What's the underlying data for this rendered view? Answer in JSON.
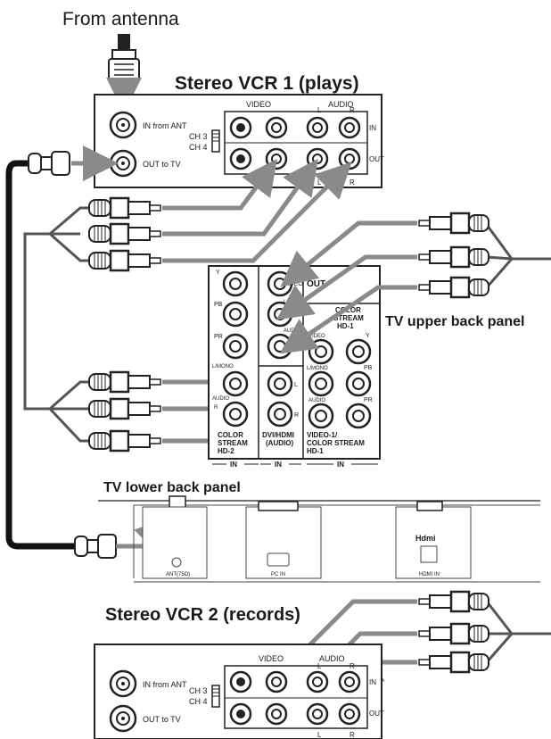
{
  "labels": {
    "from_antenna": "From antenna",
    "vcr1_title": "Stereo VCR 1 (plays)",
    "vcr2_title": "Stereo VCR 2 (records)",
    "tv_upper": "TV upper back panel",
    "tv_lower": "TV lower back panel"
  },
  "vcr": {
    "video": "VIDEO",
    "audio": "AUDIO",
    "l": "L",
    "r": "R",
    "in": "IN",
    "out": "OUT",
    "in_from_ant": "IN from ANT",
    "out_to_tv": "OUT to TV",
    "ch3": "CH 3",
    "ch4": "CH 4"
  },
  "tv_panel": {
    "y": "Y",
    "pb": "PB",
    "pr": "PR",
    "lmono": "L/MONO",
    "audio": "AUDIO",
    "r": "R",
    "l": "L",
    "video": "VIDEO",
    "out": "OUT",
    "cs1_line1": "COLOR",
    "cs1_line2": "STREAM",
    "cs1_line3": "HD-1",
    "hd2_line1": "COLOR",
    "hd2_line2": "STREAM",
    "hd2_line3": "HD-2",
    "dvi_line1": "DVI/HDMI",
    "dvi_line2": "(AUDIO)",
    "v1_line1": "VIDEO-1/",
    "v1_line2": "COLOR STREAM",
    "v1_line3": "HD-1",
    "in": "IN"
  },
  "lower_panel": {
    "ant": "ANT(75Ω)",
    "pcin": "PC IN",
    "hdmi_logo": "Hdmi",
    "hdmi_in": "HDMI IN"
  }
}
